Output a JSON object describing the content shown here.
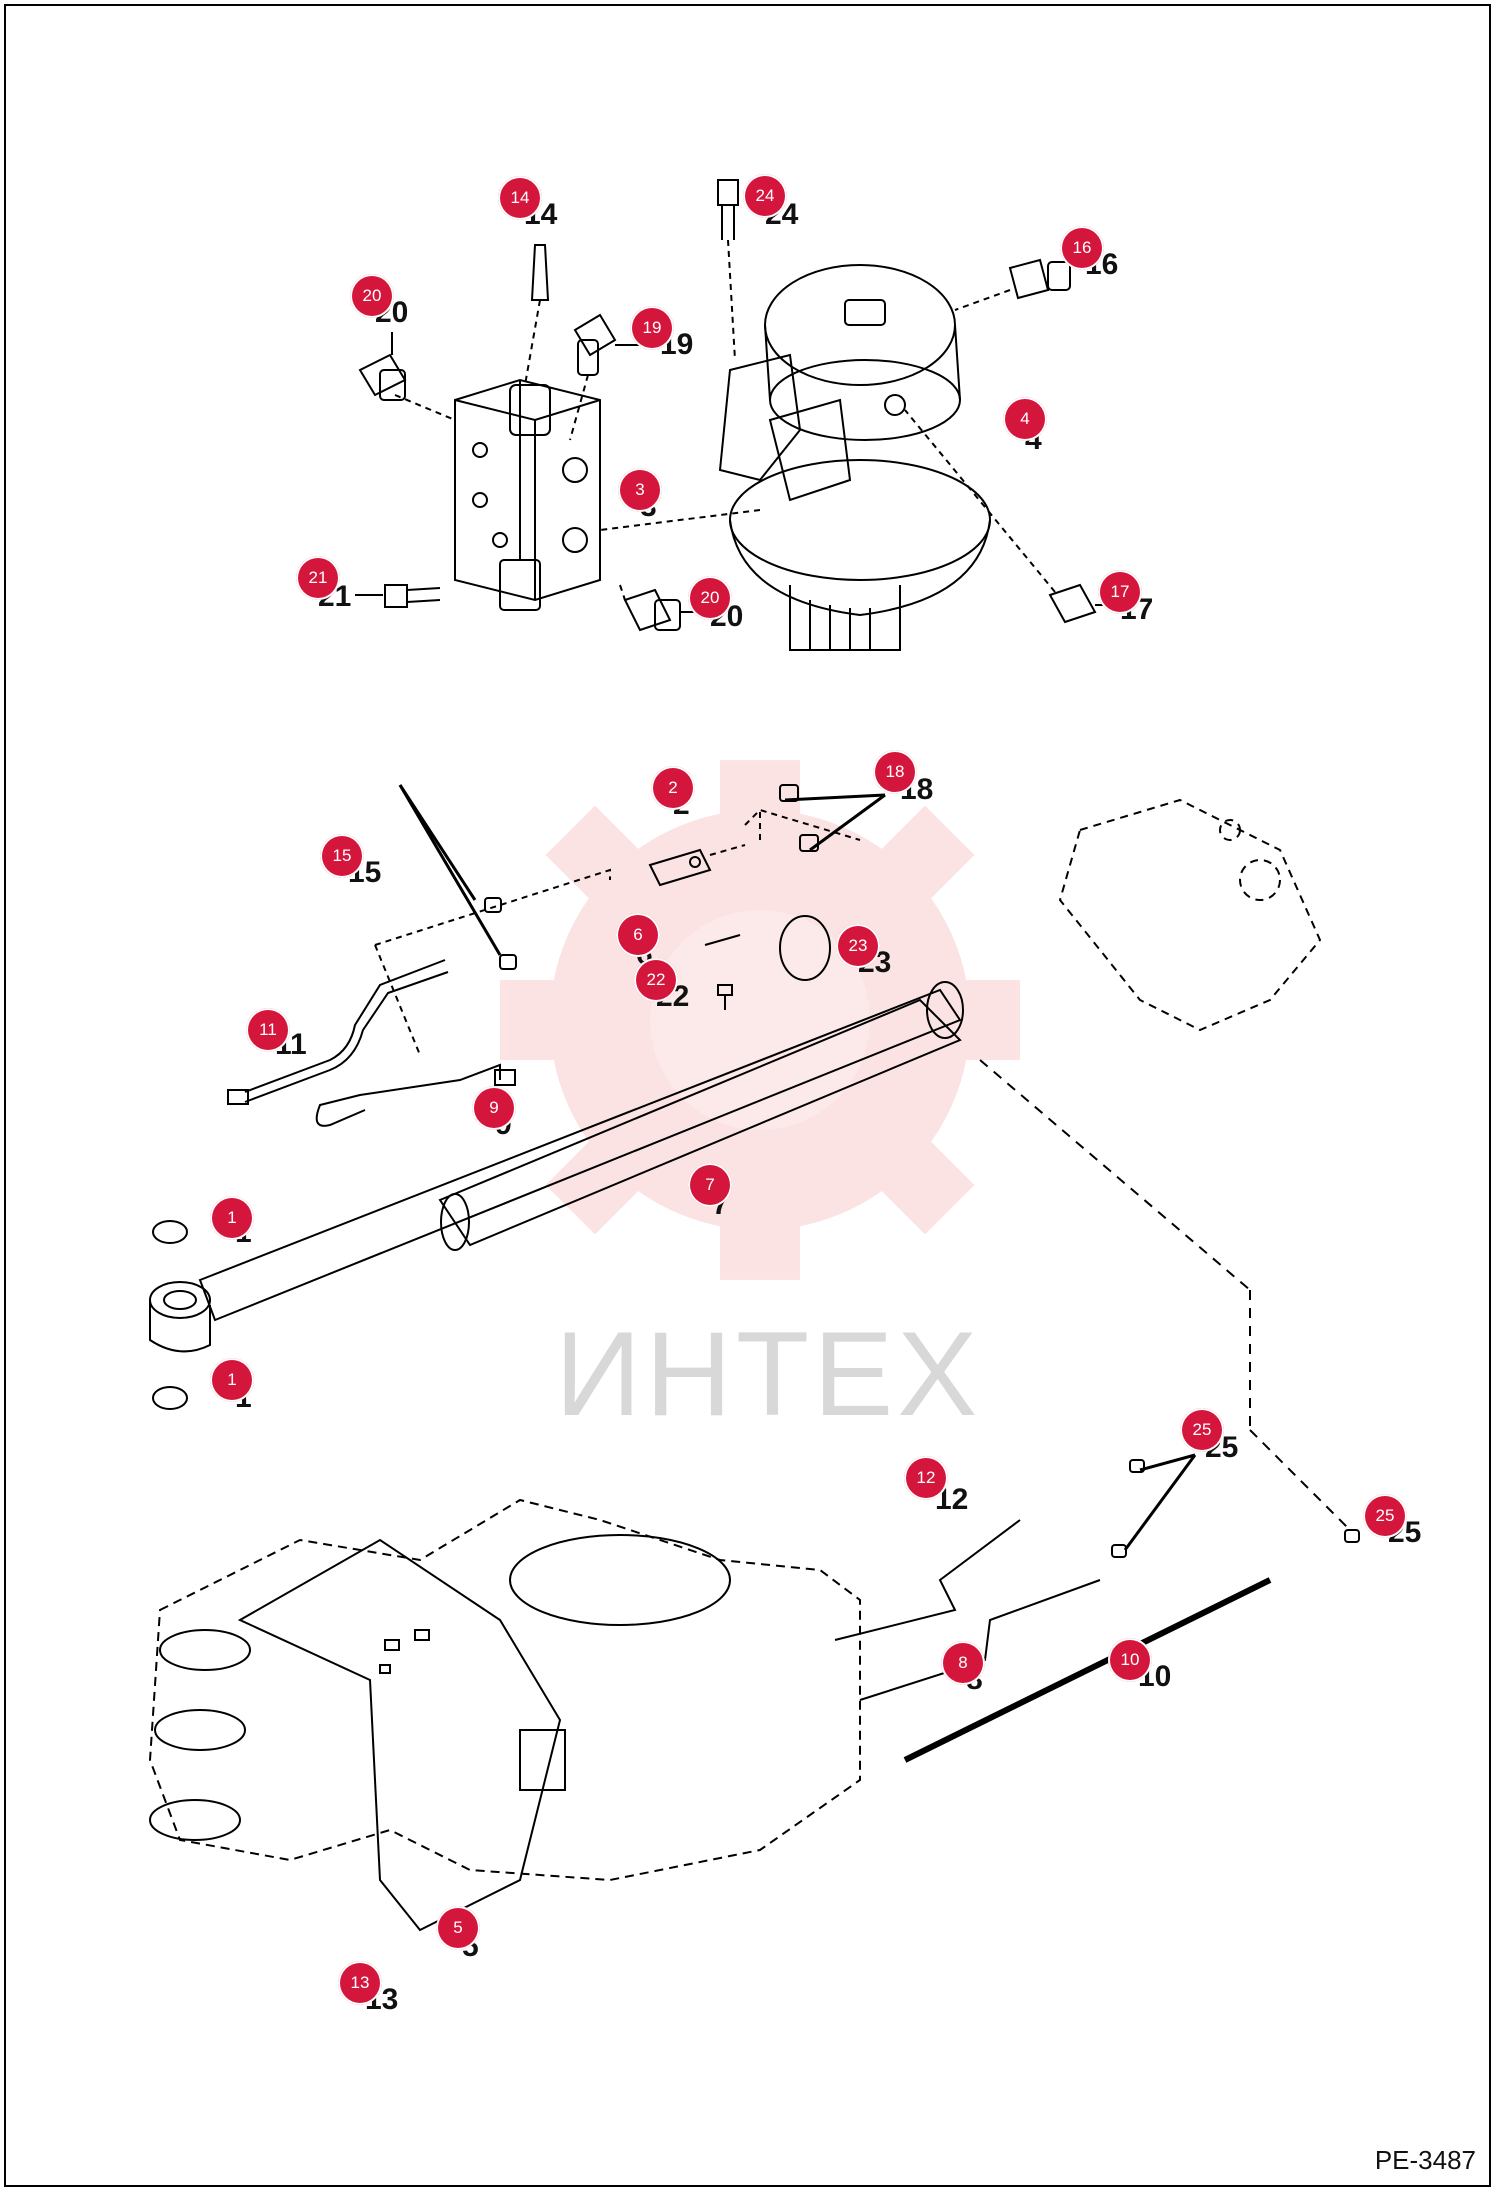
{
  "watermark": {
    "text": "ИНТЕХ",
    "color": "#e8414a"
  },
  "page_code": "PE-3487",
  "callout_color": "#d4163c",
  "parts": [
    {
      "id": "p14",
      "label": "14",
      "callout": "14"
    },
    {
      "id": "p24",
      "label": "24",
      "callout": "24"
    },
    {
      "id": "p16",
      "label": "16",
      "callout": "16"
    },
    {
      "id": "p20a",
      "label": "20",
      "callout": "20"
    },
    {
      "id": "p19",
      "label": "19",
      "callout": "19"
    },
    {
      "id": "p4",
      "label": "4",
      "callout": "4"
    },
    {
      "id": "p3",
      "label": "3",
      "callout": "3"
    },
    {
      "id": "p21",
      "label": "21",
      "callout": "21"
    },
    {
      "id": "p20b",
      "label": "20",
      "callout": "20"
    },
    {
      "id": "p17",
      "label": "17",
      "callout": "17"
    },
    {
      "id": "p2",
      "label": "2",
      "callout": "2"
    },
    {
      "id": "p18",
      "label": "18",
      "callout": "18"
    },
    {
      "id": "p15",
      "label": "15",
      "callout": "15"
    },
    {
      "id": "p6",
      "label": "6",
      "callout": "6"
    },
    {
      "id": "p23",
      "label": "23",
      "callout": "23"
    },
    {
      "id": "p22",
      "label": "22",
      "callout": "22"
    },
    {
      "id": "p11",
      "label": "11",
      "callout": "11"
    },
    {
      "id": "p9",
      "label": "9",
      "callout": "9"
    },
    {
      "id": "p7",
      "label": "7",
      "callout": "7"
    },
    {
      "id": "p1a",
      "label": "1",
      "callout": "1"
    },
    {
      "id": "p1b",
      "label": "1",
      "callout": "1"
    },
    {
      "id": "p25a",
      "label": "25",
      "callout": "25"
    },
    {
      "id": "p12",
      "label": "12",
      "callout": "12"
    },
    {
      "id": "p25b",
      "label": "25",
      "callout": "25"
    },
    {
      "id": "p8",
      "label": "8",
      "callout": "8"
    },
    {
      "id": "p10",
      "label": "10",
      "callout": "10"
    },
    {
      "id": "p5",
      "label": "5",
      "callout": "5"
    },
    {
      "id": "p13",
      "label": "13",
      "callout": "13"
    }
  ]
}
